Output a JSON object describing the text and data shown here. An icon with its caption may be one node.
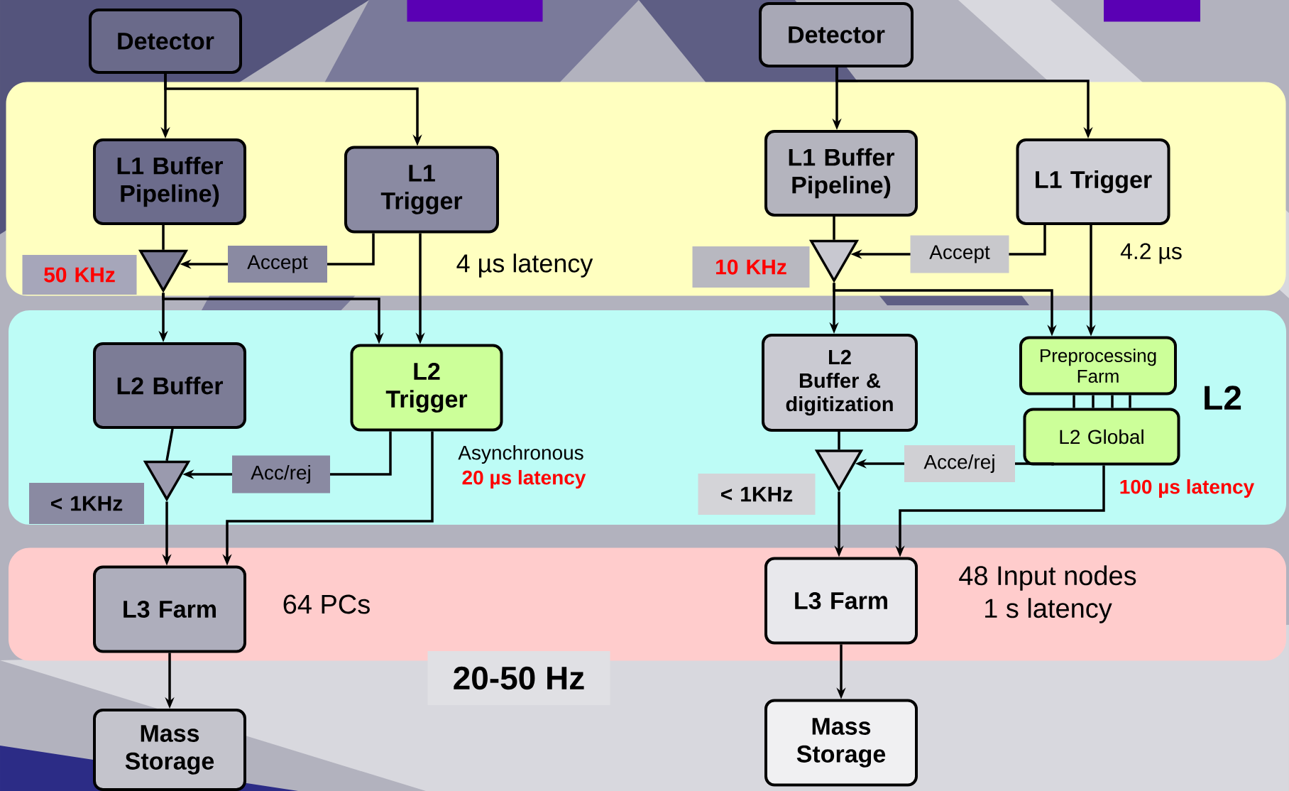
{
  "diagram": {
    "nodes": [
      {
        "text": [
          "Detector"
        ]
      },
      {
        "text": [
          "Detector"
        ]
      },
      {
        "text": [],
        "shape": "band"
      },
      {
        "text": [
          "L1 Buffer Pipeline)"
        ],
        "in": 2
      },
      {
        "text": [
          "L1 Trigger"
        ],
        "in": 2
      },
      {
        "text": [
          "L1 Buffer Pipeline)"
        ],
        "in": 2
      },
      {
        "text": [
          "L1 Trigger"
        ],
        "in": 2
      },
      {
        "text": [
          "50 KHz"
        ],
        "in": 2
      },
      {
        "text": [],
        "shape": "triangle",
        "in": 2
      },
      {
        "text": [
          "10 KHz"
        ],
        "in": 2
      },
      {
        "text": [],
        "shape": "triangle",
        "in": 2
      },
      {
        "text": [
          "L2"
        ]
      },
      {
        "text": [
          "L2 Buffer"
        ],
        "in": 11
      },
      {
        "text": [
          "L2 Trigger"
        ],
        "in": 11
      },
      {
        "text": [
          "L2 Buffer & digitization"
        ],
        "in": 11
      },
      {
        "text": [
          "Preprocessing Farm"
        ],
        "in": 11
      },
      {
        "text": [
          "L2 Global"
        ],
        "in": 11
      },
      {
        "text": [],
        "shape": "triangle",
        "in": 11
      },
      {
        "text": [
          "< 1KHz"
        ],
        "in": 11
      },
      {
        "text": [],
        "shape": "triangle",
        "in": 11
      },
      {
        "text": [
          "< 1KHz"
        ],
        "in": 11
      },
      {
        "text": [],
        "shape": "band"
      },
      {
        "text": [
          "L3 Farm"
        ],
        "in": 21
      },
      {
        "text": [
          "L3 Farm"
        ],
        "in": 21
      },
      {
        "text": [
          "Mass Storage"
        ]
      },
      {
        "text": [
          "Mass Storage"
        ]
      },
      {
        "text": [],
        "shape": "bar"
      },
      {
        "text": [],
        "shape": "bar"
      }
    ],
    "edges": [
      {
        "from": 0,
        "to": 3,
        "arrow": "to"
      },
      {
        "from": 0,
        "to": 4,
        "arrow": "to"
      },
      {
        "from": 3,
        "to": 8,
        "arrow": "none"
      },
      {
        "from": 4,
        "to": 8,
        "arrow": "to",
        "label": "Accept"
      },
      {
        "from": 4,
        "to": 13,
        "arrow": "to"
      },
      {
        "from": 8,
        "to": 12,
        "arrow": "to"
      },
      {
        "from": 8,
        "to": 13,
        "arrow": "to"
      },
      {
        "from": 12,
        "to": 17,
        "arrow": "none"
      },
      {
        "from": 13,
        "to": 17,
        "arrow": "to",
        "label": "Acc/rej"
      },
      {
        "from": 13,
        "to": 22,
        "arrow": "to"
      },
      {
        "from": 17,
        "to": 22,
        "arrow": "to"
      },
      {
        "from": 22,
        "to": 24,
        "arrow": "to"
      },
      {
        "from": 1,
        "to": 5,
        "arrow": "to"
      },
      {
        "from": 1,
        "to": 6,
        "arrow": "to"
      },
      {
        "from": 5,
        "to": 10,
        "arrow": "none"
      },
      {
        "from": 6,
        "to": 10,
        "arrow": "to",
        "label": "Accept"
      },
      {
        "from": 6,
        "to": 15,
        "arrow": "to"
      },
      {
        "from": 10,
        "to": 14,
        "arrow": "to"
      },
      {
        "from": 10,
        "to": 15,
        "arrow": "to"
      },
      {
        "from": 14,
        "to": 19,
        "arrow": "none"
      },
      {
        "from": 16,
        "to": 19,
        "arrow": "to",
        "label": "Acce/rej"
      },
      {
        "from": 16,
        "to": 23,
        "arrow": "to"
      },
      {
        "from": 19,
        "to": 23,
        "arrow": "to"
      },
      {
        "from": 23,
        "to": 25,
        "arrow": "to"
      },
      {
        "from": 15,
        "to": 16,
        "arrow": "none"
      },
      {
        "from": 15,
        "to": 16,
        "arrow": "none"
      },
      {
        "from": 15,
        "to": 16,
        "arrow": "none"
      },
      {
        "from": 15,
        "to": 16,
        "arrow": "none"
      }
    ],
    "labels": [
      "4.2 µs",
      "4 µs latency",
      "Asynchronous",
      "20 µs latency",
      "100 µs latency",
      "48 Input nodes",
      "64 PCs",
      "1 s latency",
      "20-50 Hz"
    ]
  }
}
